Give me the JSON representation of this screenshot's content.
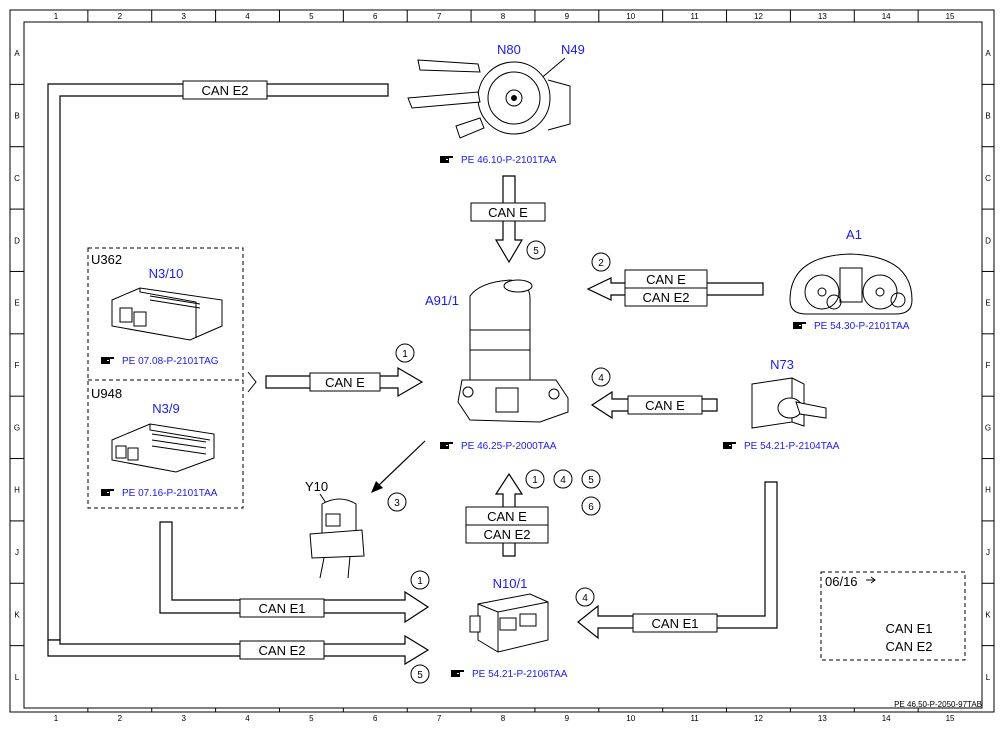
{
  "grid": {
    "columns": [
      "1",
      "2",
      "3",
      "4",
      "5",
      "6",
      "7",
      "8",
      "9",
      "10",
      "11",
      "12",
      "13",
      "14",
      "15"
    ],
    "rows": [
      "A",
      "B",
      "C",
      "D",
      "E",
      "F",
      "G",
      "H",
      "J",
      "K",
      "L"
    ]
  },
  "footer_ref": "PE 46.50-P-2050-97TAB",
  "bus": {
    "can_e": "CAN E",
    "can_e1": "CAN E1",
    "can_e2": "CAN E2"
  },
  "components": {
    "n80": "N80",
    "n49": "N49",
    "n80_ref": "PE 46.10-P-2101TAA",
    "a1": "A1",
    "a1_ref": "PE 54.30-P-2101TAA",
    "a91": "A91/1",
    "a91_ref": "PE 46.25-P-2000TAA",
    "n73": "N73",
    "n73_ref": "PE 54.21-P-2104TAA",
    "u362": "U362",
    "n310": "N3/10",
    "n310_ref": "PE 07.08-P-2101TAG",
    "u948": "U948",
    "n39": "N3/9",
    "n39_ref": "PE 07.16-P-2101TAA",
    "y10": "Y10",
    "n101": "N10/1",
    "n101_ref": "PE 54.21-P-2106TAA"
  },
  "markers": {
    "m1a": "1",
    "m1b": "1",
    "m1c": "1",
    "m2": "2",
    "m3": "3",
    "m4a": "4",
    "m4b": "4",
    "m4c": "4",
    "m5a": "5",
    "m5b": "5",
    "m5c": "5",
    "m6": "6"
  },
  "legend": {
    "date": "06/16",
    "line1": "CAN E1",
    "line2": "CAN E2"
  }
}
